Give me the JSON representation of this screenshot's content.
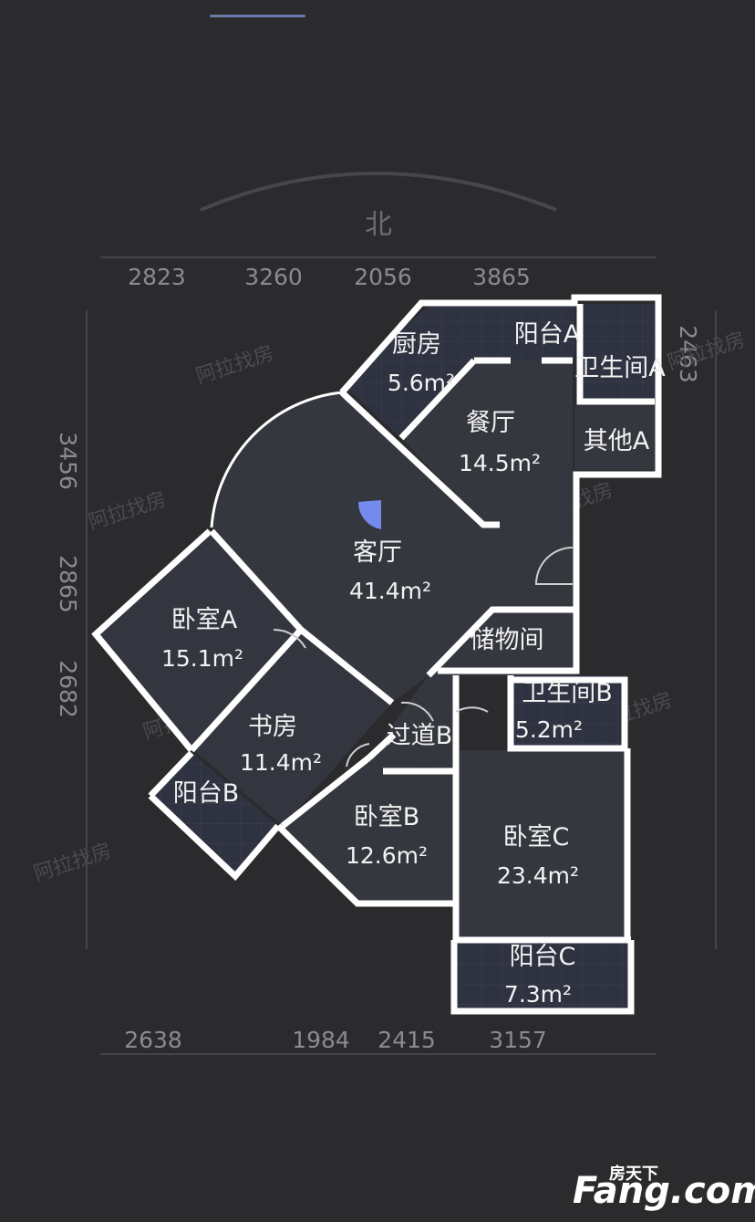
{
  "compass_label": "北",
  "dimensions": {
    "top": [
      "2823",
      "3260",
      "2056",
      "3865"
    ],
    "bottom": [
      "2638",
      "1984",
      "2415",
      "3157"
    ],
    "left": [
      "3456",
      "2865",
      "2682"
    ],
    "right": [
      "2463"
    ]
  },
  "rooms": [
    {
      "name": "厨房",
      "area": "5.6m²"
    },
    {
      "name": "阳台A",
      "area": ""
    },
    {
      "name": "卫生间A",
      "area": ""
    },
    {
      "name": "餐厅",
      "area": "14.5m²"
    },
    {
      "name": "其他A",
      "area": ""
    },
    {
      "name": "客厅",
      "area": "41.4m²"
    },
    {
      "name": "卧室A",
      "area": "15.1m²"
    },
    {
      "name": "储物间",
      "area": ""
    },
    {
      "name": "书房",
      "area": "11.4m²"
    },
    {
      "name": "过道B",
      "area": ""
    },
    {
      "name": "卫生间B",
      "area": "5.2m²"
    },
    {
      "name": "阳台B",
      "area": ""
    },
    {
      "name": "卧室B",
      "area": "12.6m²"
    },
    {
      "name": "卧室C",
      "area": "23.4m²"
    },
    {
      "name": "阳台C",
      "area": "7.3m²"
    }
  ],
  "watermark": "阿拉找房",
  "logo": {
    "sub": "房天下",
    "main": "Fang.com"
  },
  "colors": {
    "background": "#2b2b2d",
    "room_fill": "#35373f",
    "wall": "#ffffff",
    "accent": "#6e8cff"
  }
}
